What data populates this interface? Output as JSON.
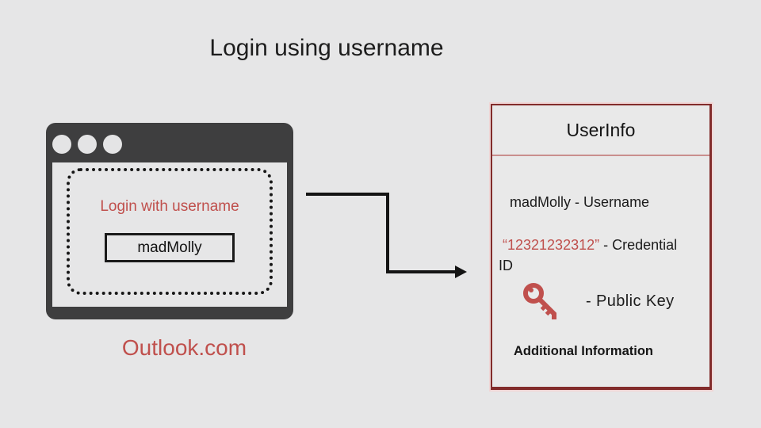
{
  "slide": {
    "title": "Login using username"
  },
  "browser": {
    "login_prompt": "Login with username",
    "username_value": "madMolly",
    "caption": "Outlook.com"
  },
  "user_info": {
    "header": "UserInfo",
    "username_value": "madMolly",
    "username_label": "- Username",
    "credential_value": "“12321232312”",
    "credential_label": "- Credential ID",
    "public_key_label": "- Public Key",
    "public_key_icon": "key-icon",
    "footer": "Additional Information"
  },
  "colors": {
    "accent_red": "#c0504d",
    "panel_border": "#822c2b",
    "window_frame": "#3e3e3f",
    "background": "#e6e6e7",
    "connector": "#141414"
  }
}
